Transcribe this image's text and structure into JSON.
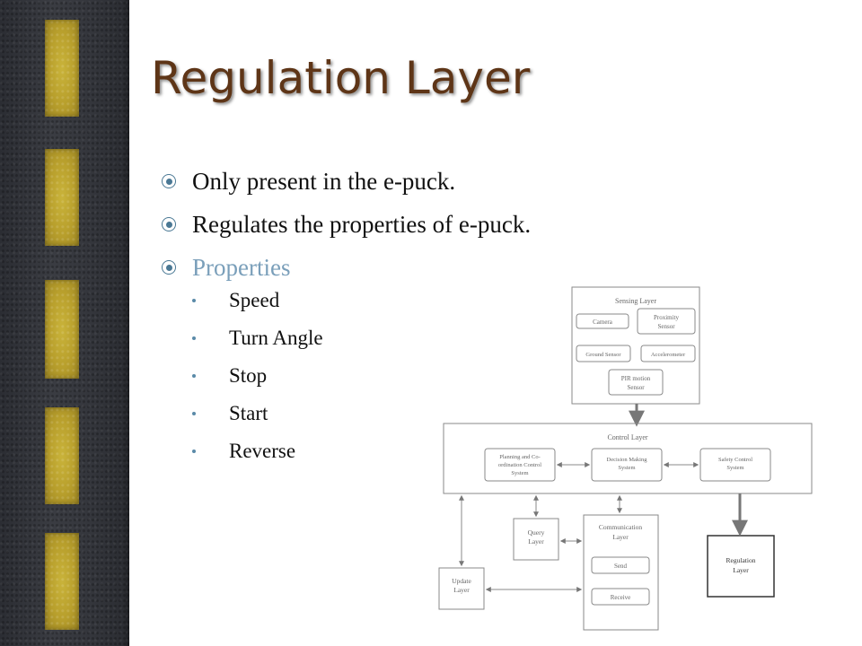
{
  "slide": {
    "title": "Regulation Layer",
    "bullets": [
      {
        "text": "Only present in the e-puck."
      },
      {
        "text": "Regulates the properties of e-puck."
      },
      {
        "text": "Properties"
      }
    ],
    "sub_bullets": [
      "Speed",
      "Turn Angle",
      "Stop",
      "Start",
      "Reverse"
    ]
  },
  "diagram": {
    "sensing_layer": {
      "title": "Sensing Layer",
      "camera": "Camera",
      "proximity_line1": "Proximity",
      "proximity_line2": "Sensor",
      "ground_sensor": "Ground Sensor",
      "accelerometer": "Accelerometer",
      "pir_line1": "PIR motion",
      "pir_line2": "Sensor"
    },
    "control_layer": {
      "title": "Control Layer",
      "planning_line1": "Planning and Co-",
      "planning_line2": "ordination Control",
      "planning_line3": "System",
      "decision_line1": "Decision Making",
      "decision_line2": "System",
      "safety_line1": "Safety Control",
      "safety_line2": "System"
    },
    "query_line1": "Query",
    "query_line2": "Layer",
    "communication_line1": "Communication",
    "communication_line2": "Layer",
    "send": "Send",
    "receive": "Receive",
    "update_line1": "Update",
    "update_line2": "Layer",
    "regulation_line1": "Regulation",
    "regulation_line2": "Layer"
  }
}
